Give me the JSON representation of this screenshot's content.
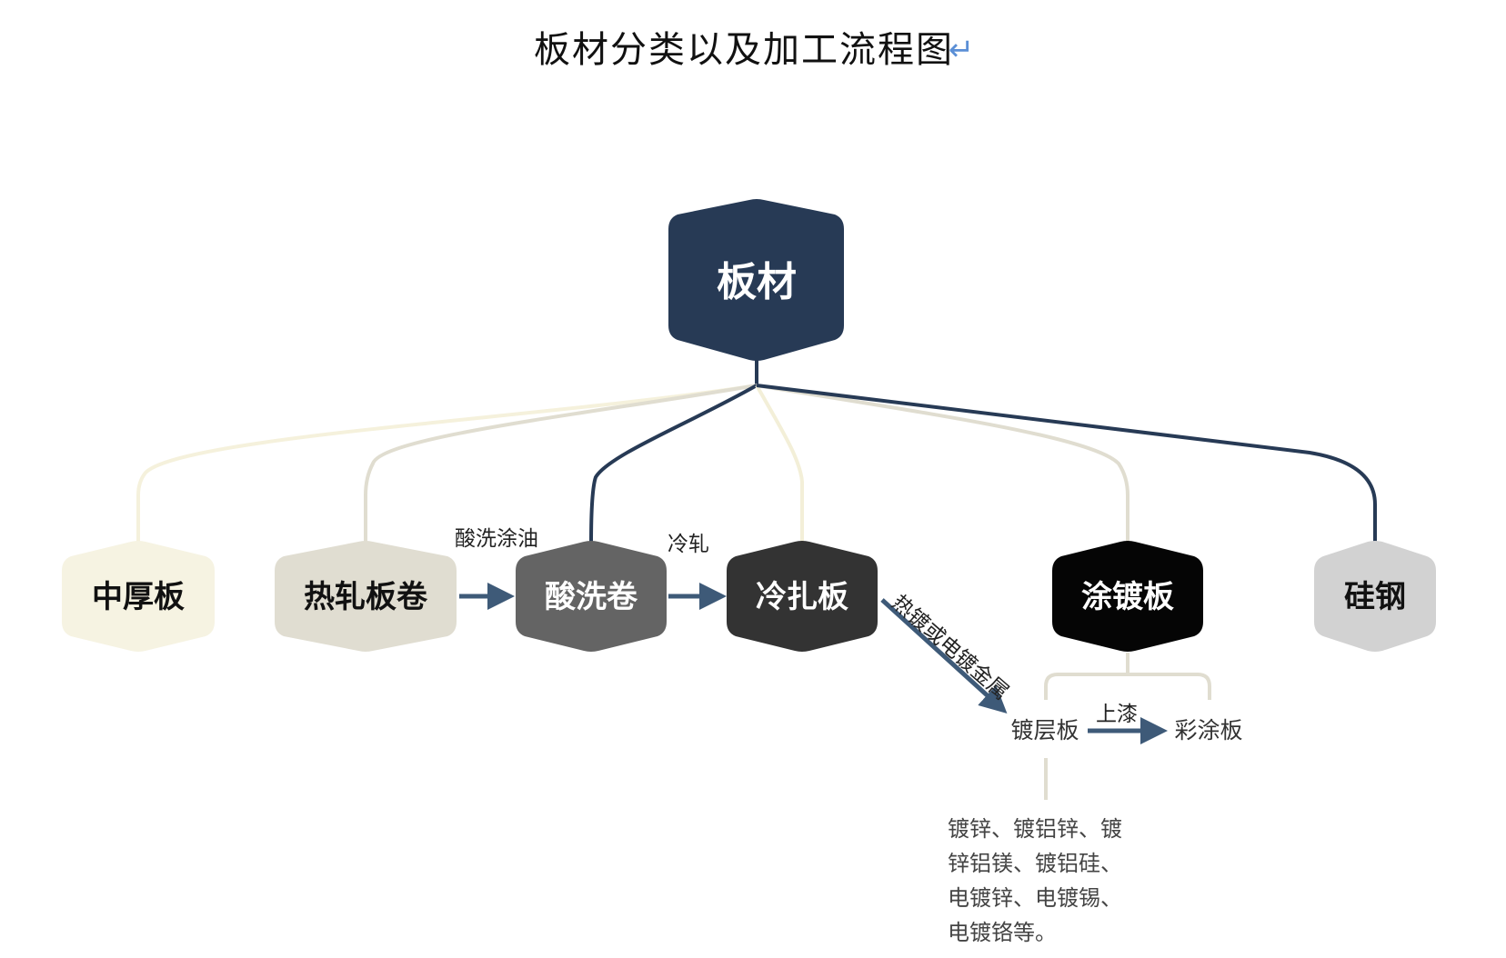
{
  "title": "板材分类以及加工流程图",
  "title_mark": "↵",
  "root": {
    "label": "板材",
    "fill": "#273a55",
    "text_color": "#ffffff"
  },
  "categories": [
    {
      "id": "zhonghouban",
      "label": "中厚板",
      "fill": "#f6f3e2",
      "text_color": "#111111",
      "connector_color": "#f5f1dc"
    },
    {
      "id": "rezhabanjuan",
      "label": "热轧板卷",
      "fill": "#e0ddd1",
      "text_color": "#111111",
      "connector_color": "#e0ddd0"
    },
    {
      "id": "suanxijuan",
      "label": "酸洗卷",
      "fill": "#646464",
      "text_color": "#ffffff",
      "connector_color": "#273a55"
    },
    {
      "id": "lengzhaban",
      "label": "冷扎板",
      "fill": "#333333",
      "text_color": "#ffffff",
      "connector_color": "#f3efd8"
    },
    {
      "id": "tudubban",
      "label": "涂镀板",
      "fill": "#050505",
      "text_color": "#ffffff",
      "connector_color": "#e0ddd0"
    },
    {
      "id": "guigang",
      "label": "硅钢",
      "fill": "#d2d2d2",
      "text_color": "#111111",
      "connector_color": "#273a55"
    }
  ],
  "process_labels": {
    "pickling": "酸洗涂油",
    "cold_rolling": "冷轧",
    "plating": "热镀或电镀金属",
    "painting": "上漆"
  },
  "sub_products": {
    "coated": "镀层板",
    "color_coated": "彩涂板"
  },
  "note_lines": [
    "镀锌、镀铝锌、镀",
    "锌铝镁、镀铝硅、",
    "电镀锌、电镀锡、",
    "电镀铬等。"
  ],
  "colors": {
    "arrow": "#3e5a78",
    "sub_bracket": "#e0ddd0"
  }
}
